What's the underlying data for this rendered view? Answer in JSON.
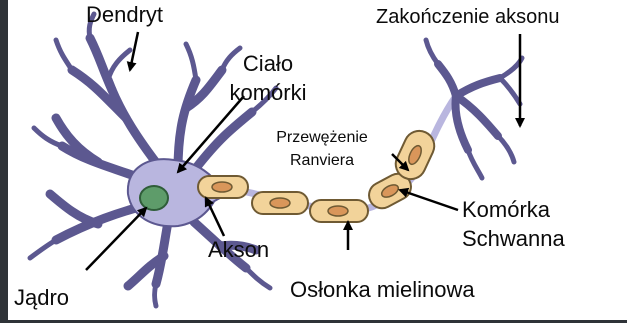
{
  "labels": {
    "dendrite": "Dendryt",
    "axon_terminal": "Zakończenie aksonu",
    "cell_body_line1": "Ciało",
    "cell_body_line2": "komórki",
    "node_ranvier_line1": "Przewężenie",
    "node_ranvier_line2": "Ranviera",
    "schwann_line1": "Komórka",
    "schwann_line2": "Schwanna",
    "axon": "Akson",
    "nucleus": "Jądro",
    "myelin_sheath": "Osłonka mielinowa"
  },
  "colors": {
    "neuron_fill": "#b9b6df",
    "neuron_stroke": "#5c5890",
    "nucleus_fill": "#5e9c6a",
    "schwann_fill": "#f2d39a",
    "schwann_stroke": "#6f5a33",
    "schwann_nucleus": "#d9965a",
    "arrow": "#000000"
  }
}
